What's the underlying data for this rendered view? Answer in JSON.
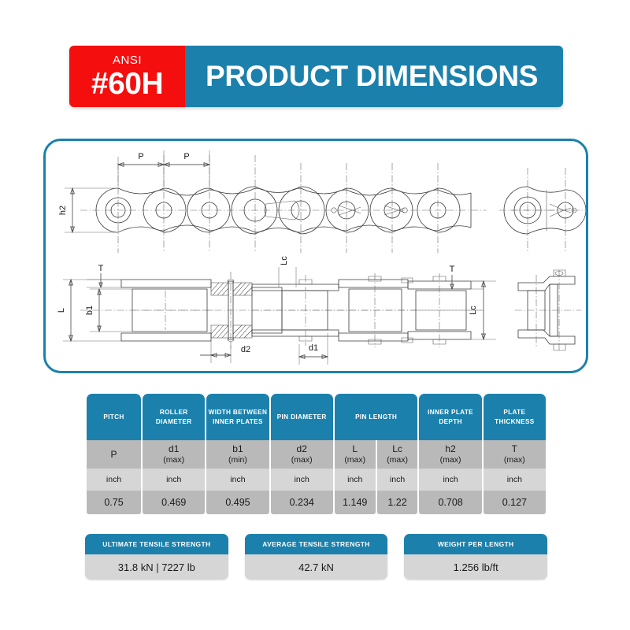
{
  "banner": {
    "standard_label": "ANSI",
    "chain_number": "#60H",
    "title": "PRODUCT DIMENSIONS",
    "badge_color": "#f50e0e",
    "accent_color": "#1b81ac"
  },
  "diagram": {
    "panel_border_color": "#1b81ac",
    "labels": {
      "pitch_1": "P",
      "pitch_2": "P",
      "plate_depth": "h2",
      "plate_thickness_top": "T",
      "plate_thickness_right": "T",
      "pin_length": "L",
      "inner_width": "b1",
      "pin_body_length_center": "Lc",
      "pin_body_length_right": "Lc",
      "pin_diameter": "d2",
      "roller_diameter": "d1"
    }
  },
  "table": {
    "headers": [
      {
        "label": "PITCH",
        "colspan": 1
      },
      {
        "label": "ROLLER DIAMETER",
        "colspan": 1
      },
      {
        "label": "WIDTH BETWEEN INNER PLATES",
        "colspan": 1
      },
      {
        "label": "PIN DIAMETER",
        "colspan": 1
      },
      {
        "label": "PIN LENGTH",
        "colspan": 2
      },
      {
        "label": "INNER PLATE DEPTH",
        "colspan": 1
      },
      {
        "label": "PLATE THICKNESS",
        "colspan": 1
      }
    ],
    "symbols": [
      {
        "sym": "P",
        "qual": ""
      },
      {
        "sym": "d1",
        "qual": "(max)"
      },
      {
        "sym": "b1",
        "qual": "(min)"
      },
      {
        "sym": "d2",
        "qual": "(max)"
      },
      {
        "sym": "L",
        "qual": "(max)"
      },
      {
        "sym": "Lc",
        "qual": "(max)"
      },
      {
        "sym": "h2",
        "qual": "(max)"
      },
      {
        "sym": "T",
        "qual": "(max)"
      }
    ],
    "units": [
      "inch",
      "inch",
      "inch",
      "inch",
      "inch",
      "inch",
      "inch",
      "inch"
    ],
    "values": [
      "0.75",
      "0.469",
      "0.495",
      "0.234",
      "1.149",
      "1.22",
      "0.708",
      "0.127"
    ]
  },
  "cards": [
    {
      "title": "ULTIMATE TENSILE STRENGTH",
      "value": "31.8 kN | 7227 lb"
    },
    {
      "title": "AVERAGE TENSILE STRENGTH",
      "value": "42.7 kN"
    },
    {
      "title": "WEIGHT PER LENGTH",
      "value": "1.256 lb/ft"
    }
  ]
}
